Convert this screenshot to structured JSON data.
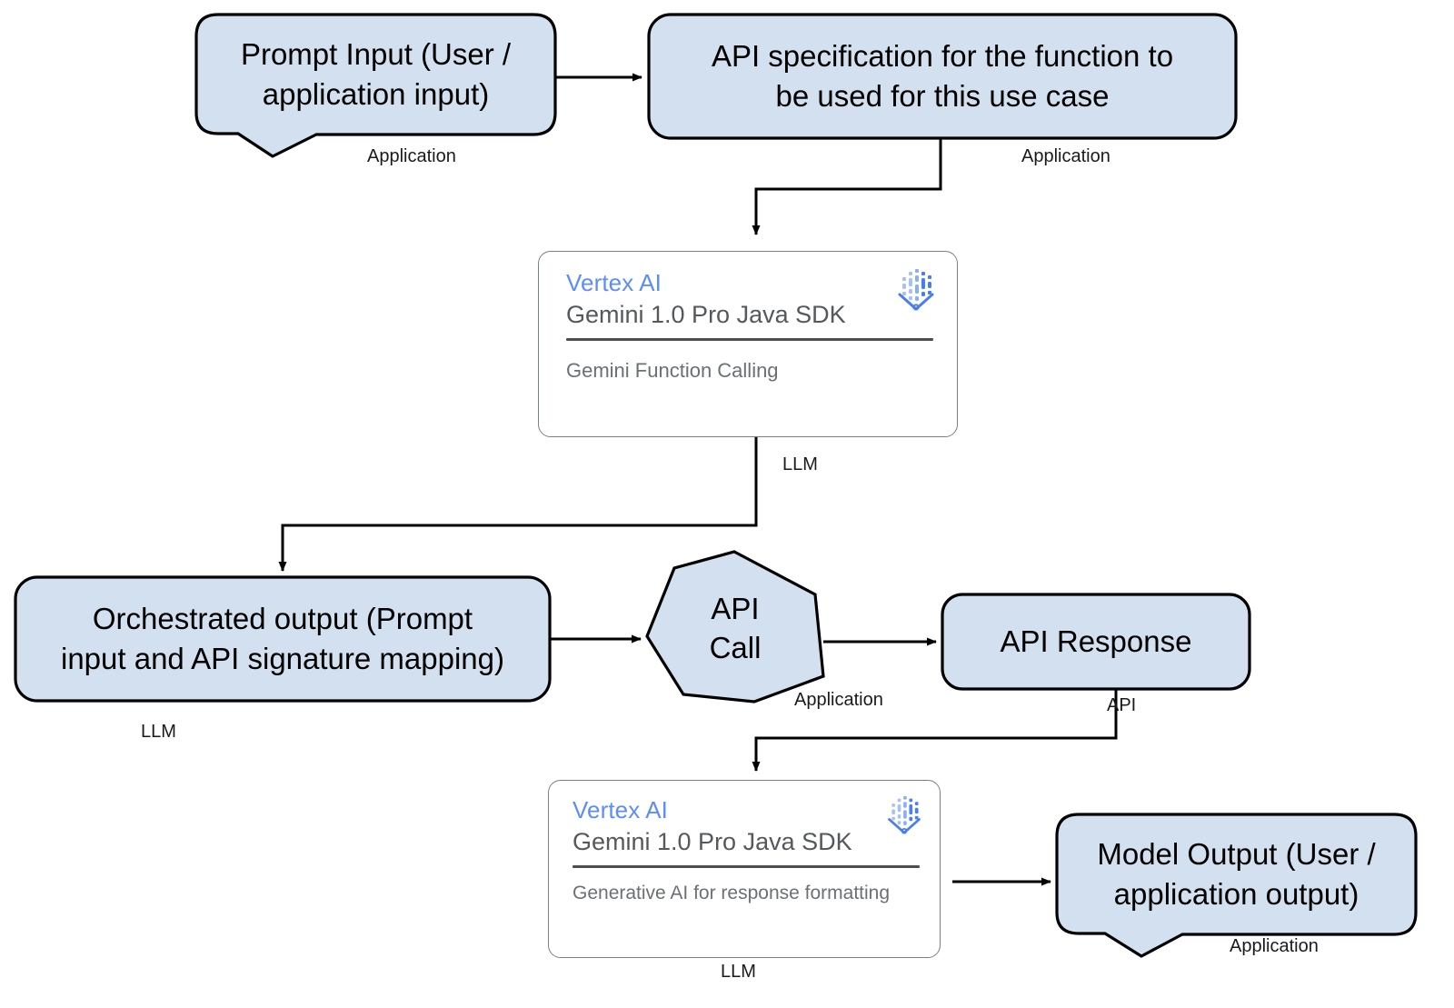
{
  "diagram": {
    "title": "Gemini Function Calling flow",
    "colors": {
      "node_fill": "#d3e0ef",
      "node_stroke": "#000000",
      "card_stroke": "#7a7f85",
      "vertex_blue": "#5d8df5",
      "card_text": "#55585c",
      "caption_text": "#6c7075",
      "edge": "#000000"
    },
    "nodes": [
      {
        "id": "prompt-input",
        "shape": "callout",
        "label": "Prompt Input (User / application input)",
        "lines": [
          "Prompt Input (User /",
          "application input)"
        ],
        "annotation": "Application"
      },
      {
        "id": "api-spec",
        "shape": "rounded-rect",
        "label": "API specification for the function to be used for this use case",
        "lines": [
          "API specification for the function to",
          "be used for this use case"
        ],
        "annotation": "Application"
      },
      {
        "id": "vertex-card-1",
        "shape": "card",
        "title": "Vertex AI",
        "subtitle": "Gemini 1.0 Pro Java SDK",
        "caption": "Gemini Function Calling",
        "logo": "vertex-ai-logo",
        "annotation": "LLM"
      },
      {
        "id": "orchestrated-output",
        "shape": "rounded-rect",
        "label": "Orchestrated output (Prompt input and API signature mapping)",
        "lines": [
          "Orchestrated output (Prompt",
          "input and API signature mapping)"
        ],
        "annotation": "LLM"
      },
      {
        "id": "api-call",
        "shape": "heptagon",
        "label": "API Call",
        "lines": [
          "API",
          "Call"
        ],
        "annotation": "Application"
      },
      {
        "id": "api-response",
        "shape": "rounded-rect",
        "label": "API Response",
        "lines": [
          "API Response"
        ],
        "annotation": "API"
      },
      {
        "id": "vertex-card-2",
        "shape": "card",
        "title": "Vertex AI",
        "subtitle": "Gemini 1.0 Pro Java SDK",
        "caption": "Generative AI for response formatting",
        "logo": "vertex-ai-logo",
        "annotation": "LLM"
      },
      {
        "id": "model-output",
        "shape": "callout",
        "label": "Model Output (User / application output)",
        "lines": [
          "Model Output (User /",
          "application output)"
        ],
        "annotation": "Application"
      }
    ],
    "edges": [
      {
        "id": "e1",
        "from": "prompt-input",
        "to": "api-spec",
        "label": ""
      },
      {
        "id": "e2",
        "from": "api-spec",
        "to": "vertex-card-1",
        "label": ""
      },
      {
        "id": "e3",
        "from": "vertex-card-1",
        "to": "orchestrated-output",
        "label": ""
      },
      {
        "id": "e4",
        "from": "orchestrated-output",
        "to": "api-call",
        "label": ""
      },
      {
        "id": "e5",
        "from": "api-call",
        "to": "api-response",
        "label": ""
      },
      {
        "id": "e6",
        "from": "api-response",
        "to": "vertex-card-2",
        "label": ""
      },
      {
        "id": "e7",
        "from": "vertex-card-2",
        "to": "model-output",
        "label": ""
      }
    ]
  }
}
